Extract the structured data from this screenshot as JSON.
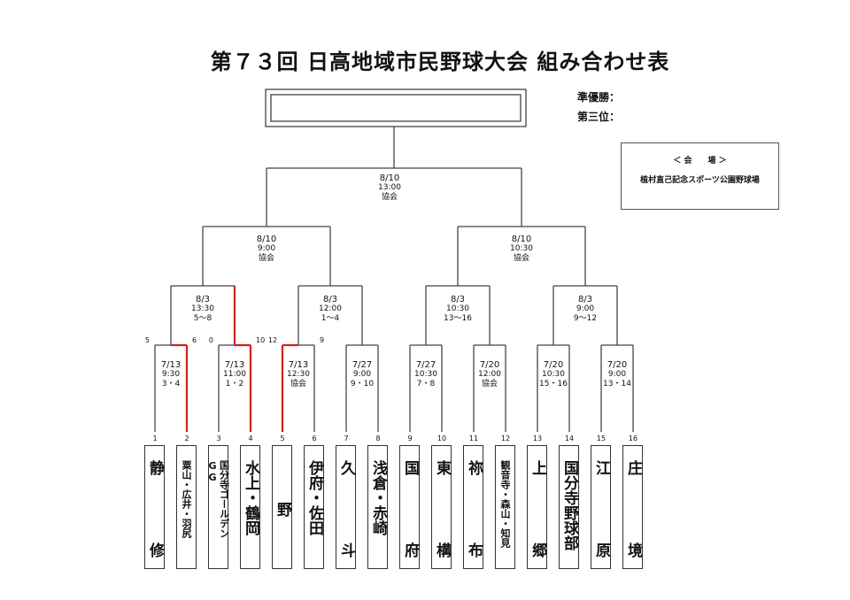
{
  "title": "第７３回 日高地域市民野球大会 組み合わせ表",
  "runner_up_label": "準優勝：",
  "third_place_label": "第三位：",
  "venue": {
    "heading": "＜ 会　　場 ＞",
    "name": "植村直己記念スポーツ公園野球場"
  },
  "final": {
    "date": "8/10",
    "time": "13:00",
    "field": "協会"
  },
  "semifinals": [
    {
      "date": "8/10",
      "time": "9:00",
      "field": "協会"
    },
    {
      "date": "8/10",
      "time": "10:30",
      "field": "協会"
    }
  ],
  "quarterfinals": [
    {
      "date": "8/3",
      "time": "13:30",
      "field": "5〜8"
    },
    {
      "date": "8/3",
      "time": "12:00",
      "field": "1〜4"
    },
    {
      "date": "8/3",
      "time": "10:30",
      "field": "13〜16"
    },
    {
      "date": "8/3",
      "time": "9:00",
      "field": "9〜12"
    }
  ],
  "first_round": [
    {
      "date": "7/13",
      "time": "9:30",
      "field": "3・4",
      "score_left": "5",
      "score_right": "6"
    },
    {
      "date": "7/13",
      "time": "11:00",
      "field": "1・2",
      "score_left": "0",
      "score_right": "10"
    },
    {
      "date": "7/13",
      "time": "12:30",
      "field": "協会",
      "score_left": "12",
      "score_right": "9"
    },
    {
      "date": "7/27",
      "time": "9:00",
      "field": "9・10"
    },
    {
      "date": "7/27",
      "time": "10:30",
      "field": "7・8"
    },
    {
      "date": "7/20",
      "time": "12:00",
      "field": "協会"
    },
    {
      "date": "7/20",
      "time": "10:30",
      "field": "15・16"
    },
    {
      "date": "7/20",
      "time": "9:00",
      "field": "13・14"
    }
  ],
  "teams": [
    {
      "no": "1",
      "top": "静",
      "bottom": "修"
    },
    {
      "no": "2",
      "name": "粟山・広井・羽尻"
    },
    {
      "no": "3",
      "name": "国分寺ゴールデンGG"
    },
    {
      "no": "4",
      "top": "水上・鶴岡"
    },
    {
      "no": "5",
      "top": "野"
    },
    {
      "no": "6",
      "top": "伊府・佐田"
    },
    {
      "no": "7",
      "top": "久",
      "bottom": "斗"
    },
    {
      "no": "8",
      "top": "浅倉・赤崎"
    },
    {
      "no": "9",
      "top": "国",
      "bottom": "府"
    },
    {
      "no": "10",
      "top": "東",
      "bottom": "構"
    },
    {
      "no": "11",
      "top": "祢",
      "bottom": "布"
    },
    {
      "no": "12",
      "name": "観音寺・森山・知見"
    },
    {
      "no": "13",
      "top": "上",
      "bottom": "郷"
    },
    {
      "no": "14",
      "top": "国分寺野球部"
    },
    {
      "no": "15",
      "top": "江",
      "bottom": "原"
    },
    {
      "no": "16",
      "top": "庄",
      "bottom": "境"
    }
  ],
  "colors": {
    "winner_line": "#d42020",
    "line": "#444444"
  }
}
